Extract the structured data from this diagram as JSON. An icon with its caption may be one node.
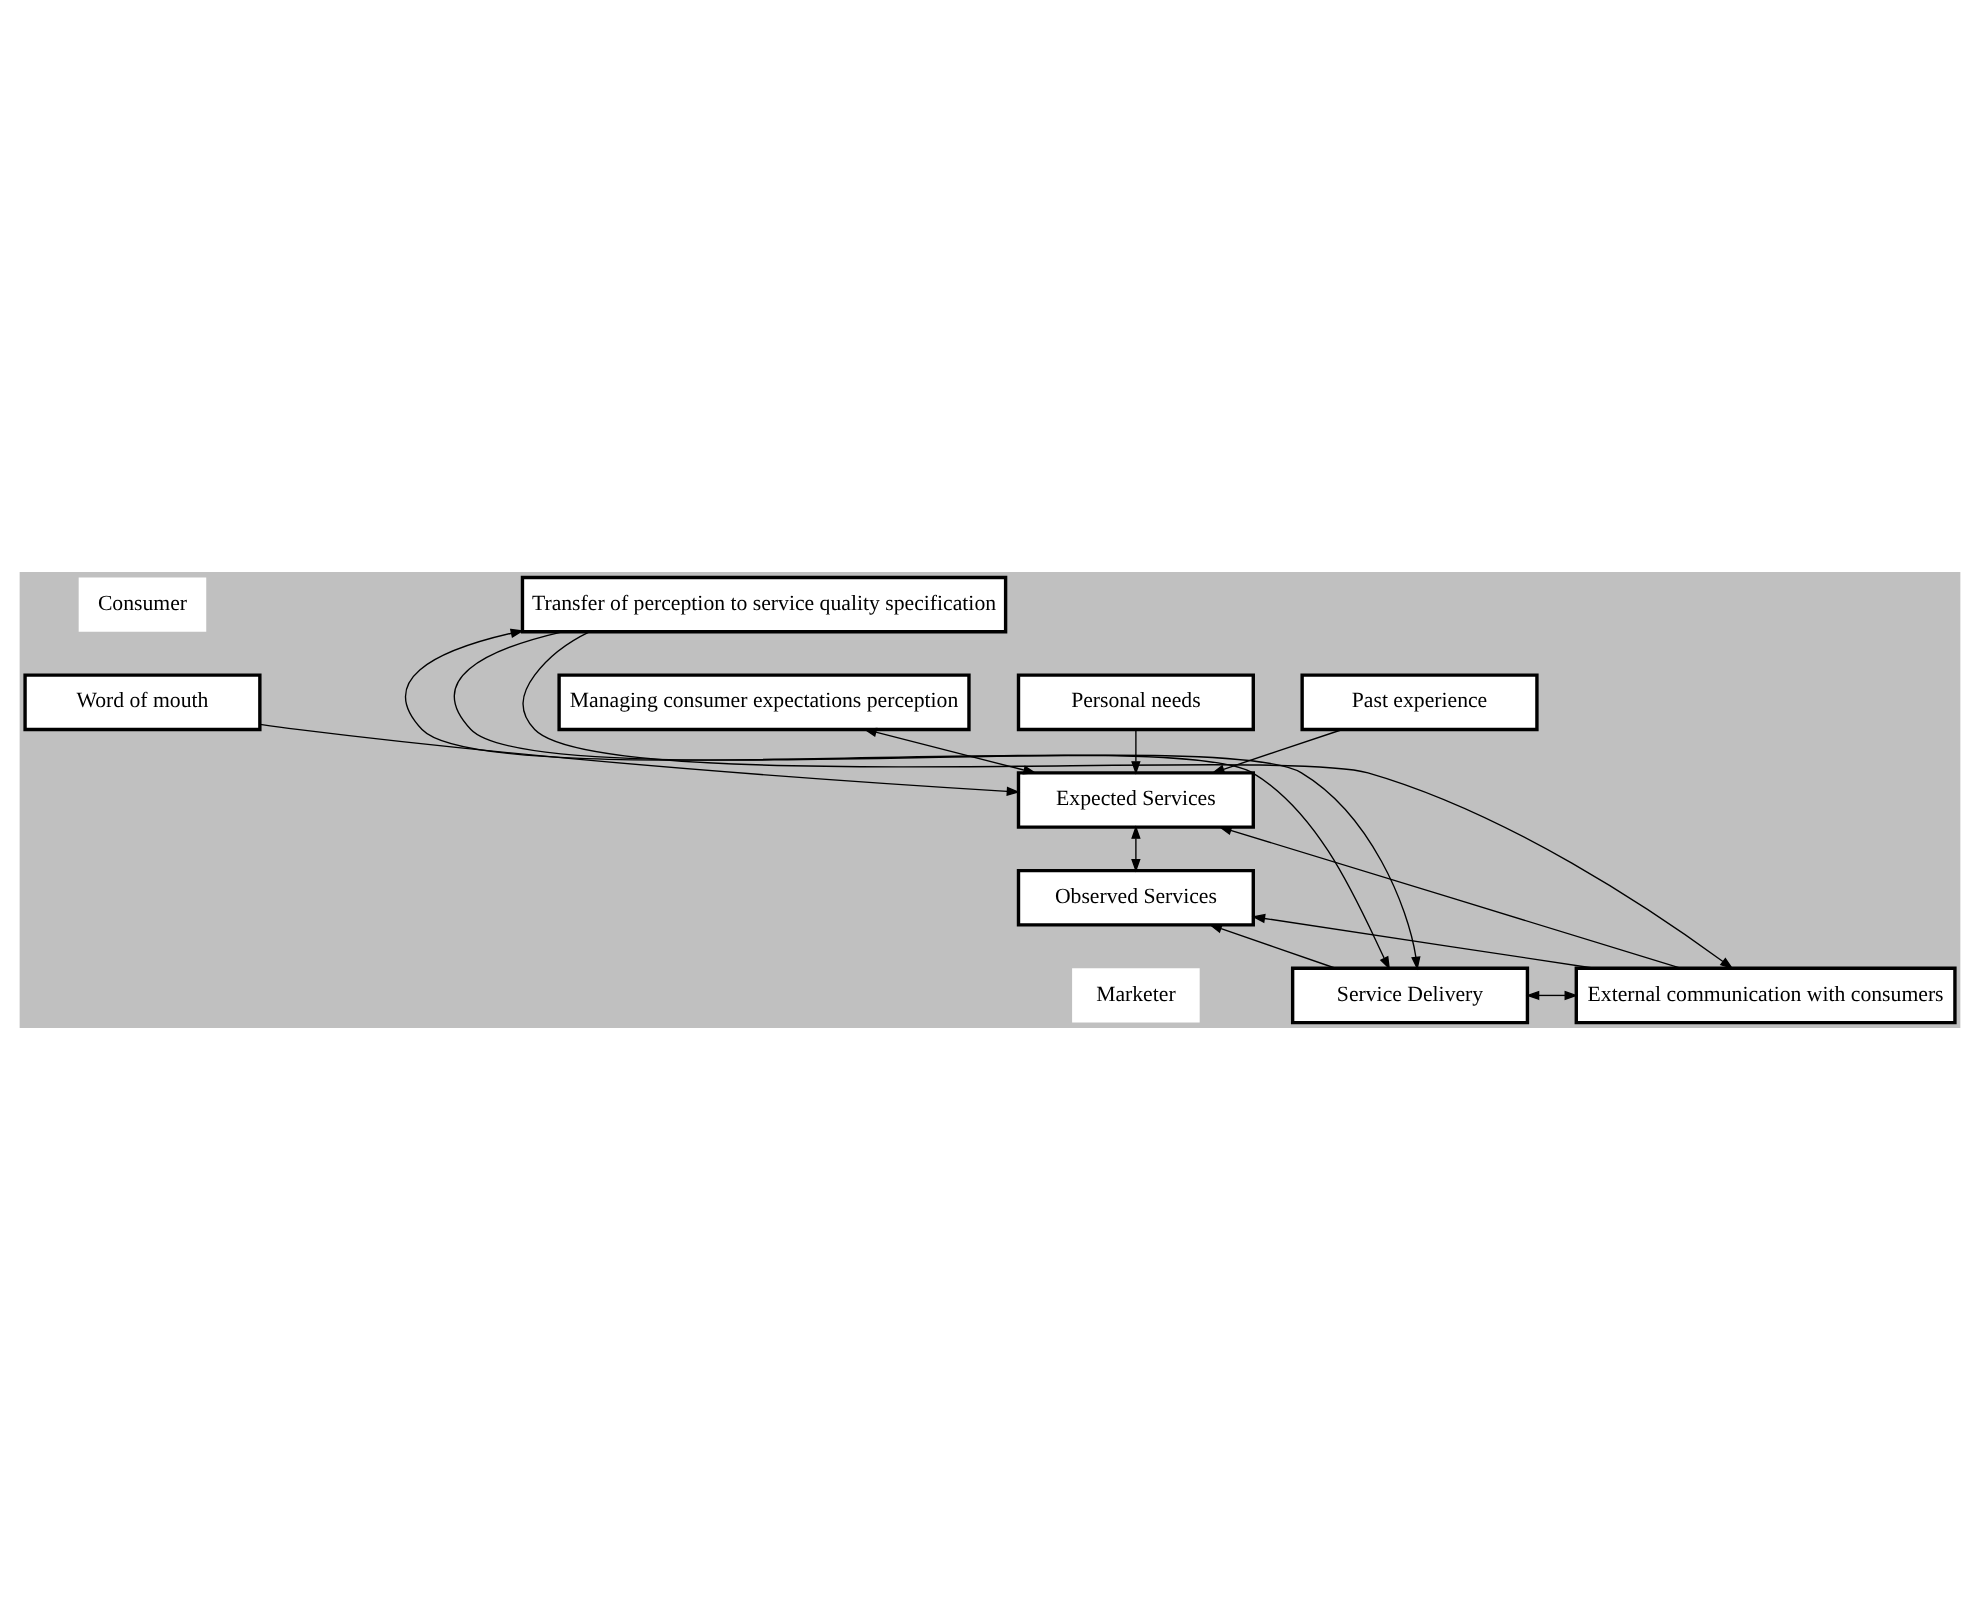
{
  "diagram": {
    "nodes": [
      {
        "text": [
          "Consumer"
        ]
      },
      {
        "text": [
          "Word of mouth"
        ]
      },
      {
        "text": [
          "Personal needs"
        ]
      },
      {
        "text": [
          "Past experience"
        ]
      },
      {
        "text": [
          "Expected Services"
        ]
      },
      {
        "text": [
          "Observed Services"
        ]
      },
      {
        "text": [
          "Marketer"
        ]
      },
      {
        "text": [
          "Service Delivery"
        ]
      },
      {
        "text": [
          "External communication with consumers"
        ]
      },
      {
        "text": [
          "Transfer of perception to service quality specification"
        ]
      },
      {
        "text": [
          "Managing consumer expectations perception"
        ]
      }
    ],
    "edges": [
      {
        "from": 1,
        "to": 4,
        "arrow": "to"
      },
      {
        "from": 2,
        "to": 4,
        "arrow": "to"
      },
      {
        "from": 3,
        "to": 4,
        "arrow": "to"
      },
      {
        "from": 4,
        "to": 5,
        "arrow": "both"
      },
      {
        "from": 7,
        "to": 5,
        "arrow": "to"
      },
      {
        "from": 8,
        "to": 4,
        "arrow": "to"
      },
      {
        "from": 8,
        "to": 5,
        "arrow": "to"
      },
      {
        "from": 7,
        "to": 8,
        "arrow": "both"
      },
      {
        "from": 9,
        "to": 7,
        "arrow": "both"
      },
      {
        "from": 9,
        "to": 7,
        "arrow": "to"
      },
      {
        "from": 9,
        "to": 8,
        "arrow": "to"
      },
      {
        "from": 10,
        "to": 4,
        "arrow": "both"
      }
    ]
  }
}
